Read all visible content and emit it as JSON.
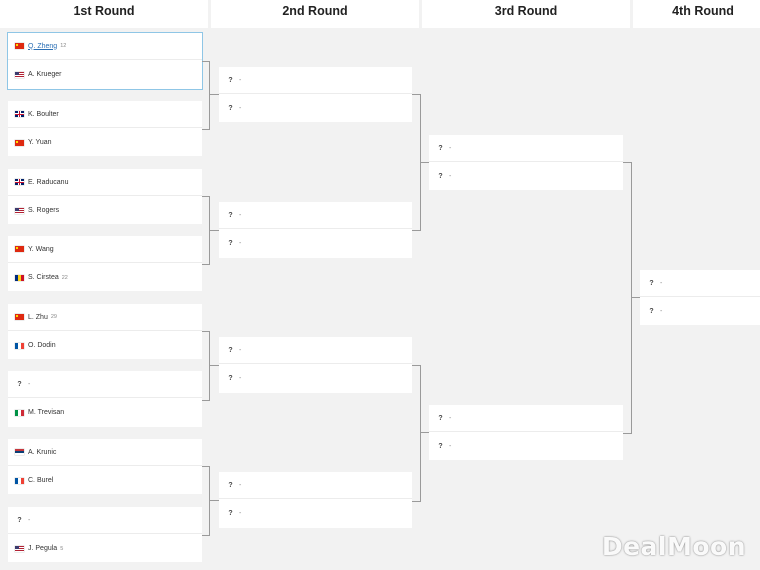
{
  "rounds": [
    "1st Round",
    "2nd Round",
    "3rd Round",
    "4th Round"
  ],
  "round1": [
    {
      "top": {
        "flag": "flag-cn",
        "name": "Q. Zheng",
        "seed": "12",
        "link": true
      },
      "bottom": {
        "flag": "flag-us",
        "name": "A. Krueger",
        "seed": ""
      }
    },
    {
      "top": {
        "flag": "flag-gb",
        "name": "K. Boulter",
        "seed": ""
      },
      "bottom": {
        "flag": "flag-cn",
        "name": "Y. Yuan",
        "seed": ""
      }
    },
    {
      "top": {
        "flag": "flag-gb",
        "name": "E. Raducanu",
        "seed": ""
      },
      "bottom": {
        "flag": "flag-us",
        "name": "S. Rogers",
        "seed": ""
      }
    },
    {
      "top": {
        "flag": "flag-cn",
        "name": "Y. Wang",
        "seed": ""
      },
      "bottom": {
        "flag": "flag-ro",
        "name": "S. Cirstea",
        "seed": "22"
      }
    },
    {
      "top": {
        "flag": "flag-cn",
        "name": "L. Zhu",
        "seed": "29"
      },
      "bottom": {
        "flag": "flag-fr",
        "name": "O. Dodin",
        "seed": ""
      }
    },
    {
      "top": {
        "flag": "unknown",
        "name": "-",
        "seed": ""
      },
      "bottom": {
        "flag": "flag-it",
        "name": "M. Trevisan",
        "seed": ""
      }
    },
    {
      "top": {
        "flag": "flag-rs",
        "name": "A. Krunic",
        "seed": ""
      },
      "bottom": {
        "flag": "flag-fr",
        "name": "C. Burel",
        "seed": ""
      }
    },
    {
      "top": {
        "flag": "unknown",
        "name": "-",
        "seed": ""
      },
      "bottom": {
        "flag": "flag-us",
        "name": "J. Pegula",
        "seed": "5"
      }
    }
  ],
  "placeholder": {
    "icon": "?",
    "text": "-"
  },
  "watermark": "DealMoon"
}
